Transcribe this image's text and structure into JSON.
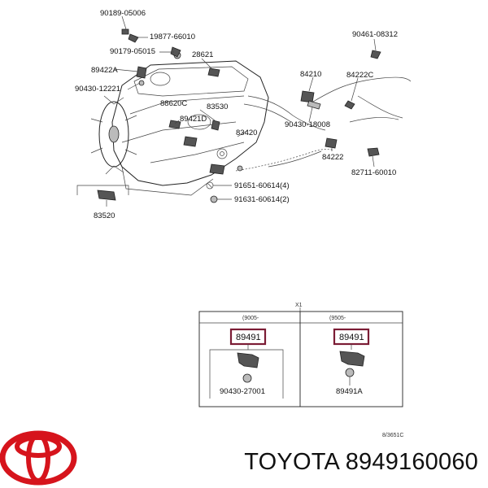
{
  "diagram": {
    "labels": {
      "p90189": "90189-05006",
      "p19877": "19877-66010",
      "p90179": "90179-05015",
      "p28621": "28621",
      "p89422A": "89422A",
      "p90430_12221": "90430-12221",
      "p88620C": "88620C",
      "p83530": "83530",
      "p89421D": "89421D",
      "p83420": "83420",
      "p90461": "90461-08312",
      "p84210": "84210",
      "p84222C": "84222C",
      "p90430_18008": "90430-18008",
      "p84222": "84222",
      "p82711": "82711-60010",
      "p91651": "91651-60614(4)",
      "p91631": "91631-60614(2)",
      "p83520": "83520"
    },
    "inset": {
      "marker": "X1",
      "left_header": "(9005-",
      "right_header": "(9505-",
      "left_highlight": "89491",
      "right_highlight": "89491",
      "left_sub": "90430-27001",
      "right_sub": "89491A"
    },
    "ref_code": "8/3651C",
    "highlight_color": "#7b1c35"
  },
  "brand": {
    "name": "TOYOTA",
    "part_number": "8949160060",
    "logo_color": "#d6141c"
  }
}
